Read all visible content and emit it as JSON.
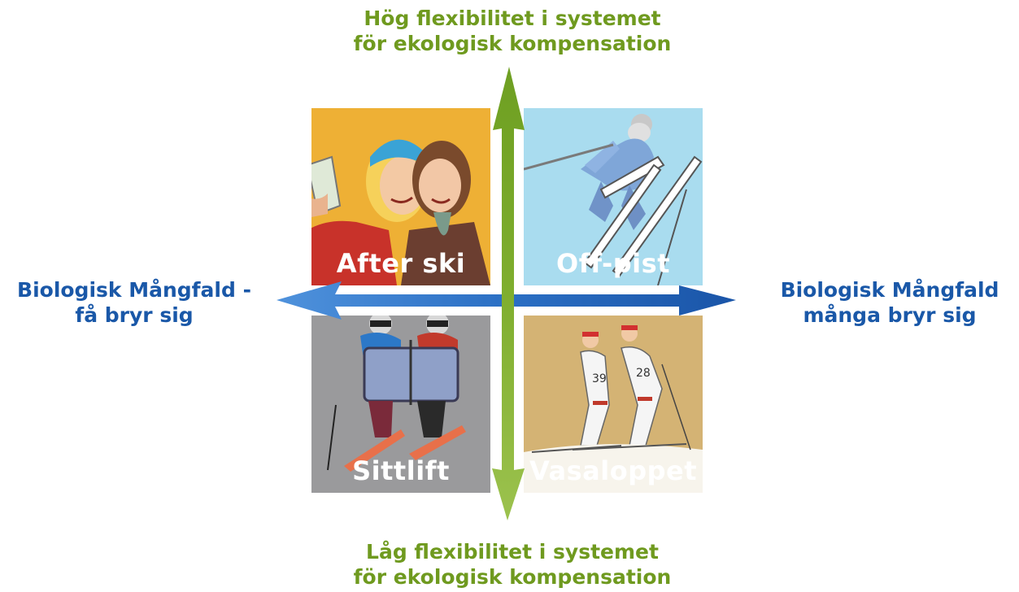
{
  "top_label": [
    "Hög flexibilitet i systemet",
    "för ekologisk kompensation"
  ],
  "bottom_label": [
    "Låg flexibilitet i systemet",
    "för ekologisk kompensation"
  ],
  "left_label": [
    "Biologisk Mångfald -",
    "få bryr sig"
  ],
  "right_label": [
    "Biologisk Mångfald",
    "många bryr sig"
  ],
  "quadrants": {
    "top_left": {
      "label": "After ski",
      "color": "#eeb035"
    },
    "top_right": {
      "label": "Off-pist",
      "color": "#a9dcef"
    },
    "bottom_left": {
      "label": "Sittlift",
      "color": "#9a9a9c"
    },
    "bottom_right": {
      "label": "Vasaloppet",
      "color": "#d4b374"
    }
  },
  "colors": {
    "vertical_arrow": "#7aa82a",
    "horizontal_arrow": "#1f5eb5"
  }
}
